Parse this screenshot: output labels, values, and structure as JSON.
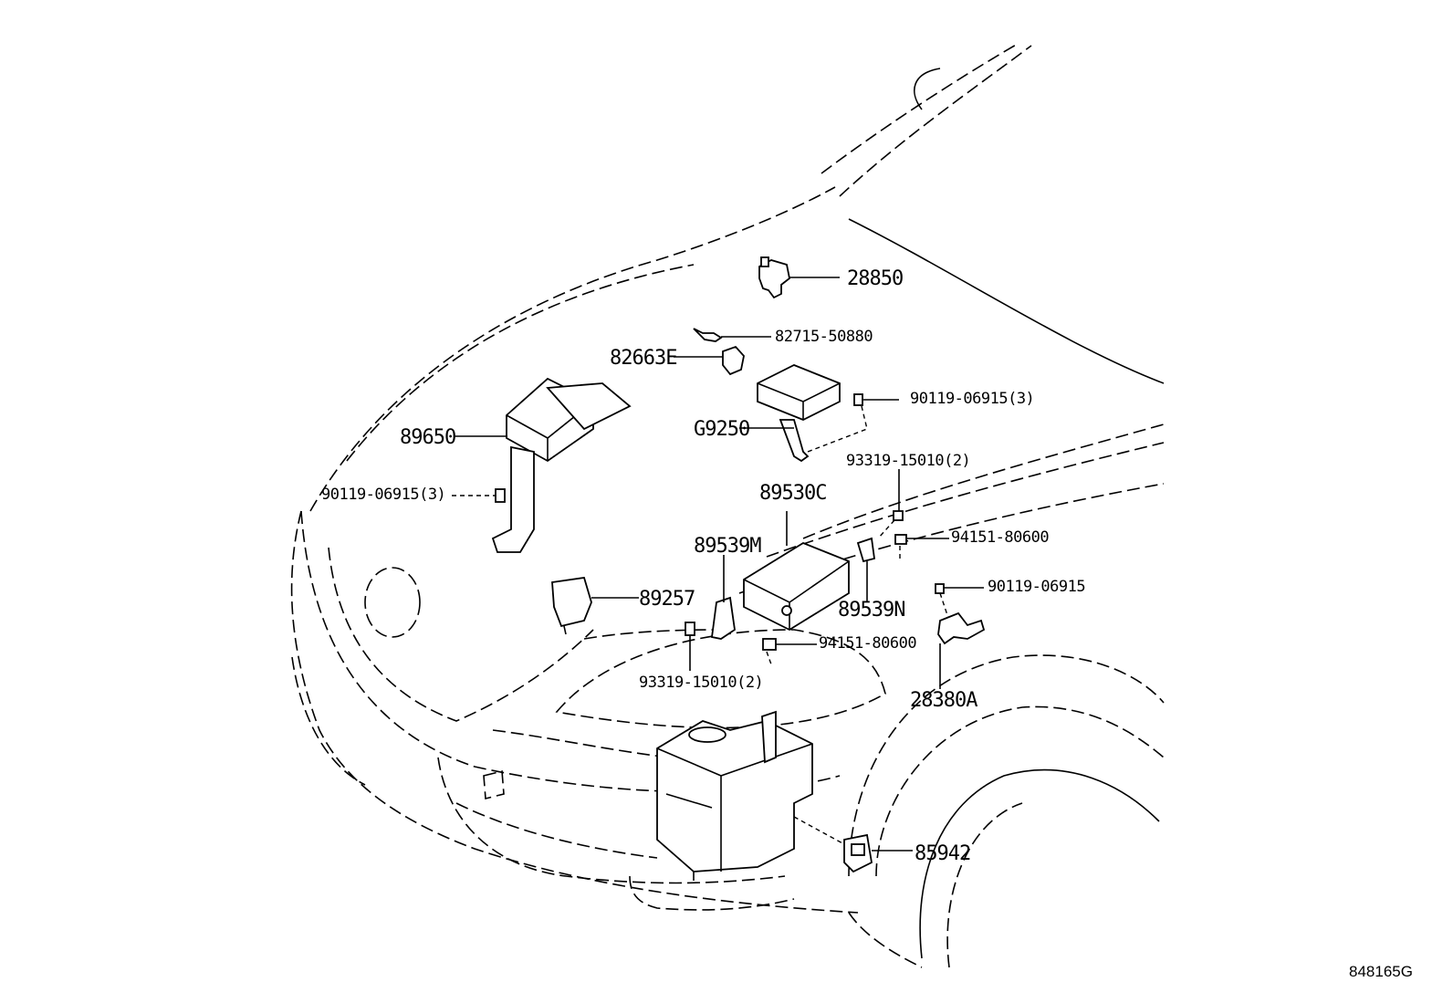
{
  "diagram": {
    "reference_code": "848165G",
    "parts": [
      {
        "id": "p28850",
        "number": "28850"
      },
      {
        "id": "p82715",
        "number": "82715-50880"
      },
      {
        "id": "p82663E",
        "number": "82663E"
      },
      {
        "id": "p90119a",
        "number": "90119-06915(3)"
      },
      {
        "id": "pG9250",
        "number": "G9250"
      },
      {
        "id": "p89650",
        "number": "89650"
      },
      {
        "id": "p93319a",
        "number": "93319-15010(2)"
      },
      {
        "id": "p90119b",
        "number": "90119-06915(3)"
      },
      {
        "id": "p89530C",
        "number": "89530C"
      },
      {
        "id": "p94151a",
        "number": "94151-80600"
      },
      {
        "id": "p89539M",
        "number": "89539M"
      },
      {
        "id": "p89257",
        "number": "89257"
      },
      {
        "id": "p90119c",
        "number": "90119-06915"
      },
      {
        "id": "p89539N",
        "number": "89539N"
      },
      {
        "id": "p94151b",
        "number": "94151-80600"
      },
      {
        "id": "p93319b",
        "number": "93319-15010(2)"
      },
      {
        "id": "p28380A",
        "number": "28380A"
      },
      {
        "id": "p85942",
        "number": "85942"
      }
    ]
  }
}
